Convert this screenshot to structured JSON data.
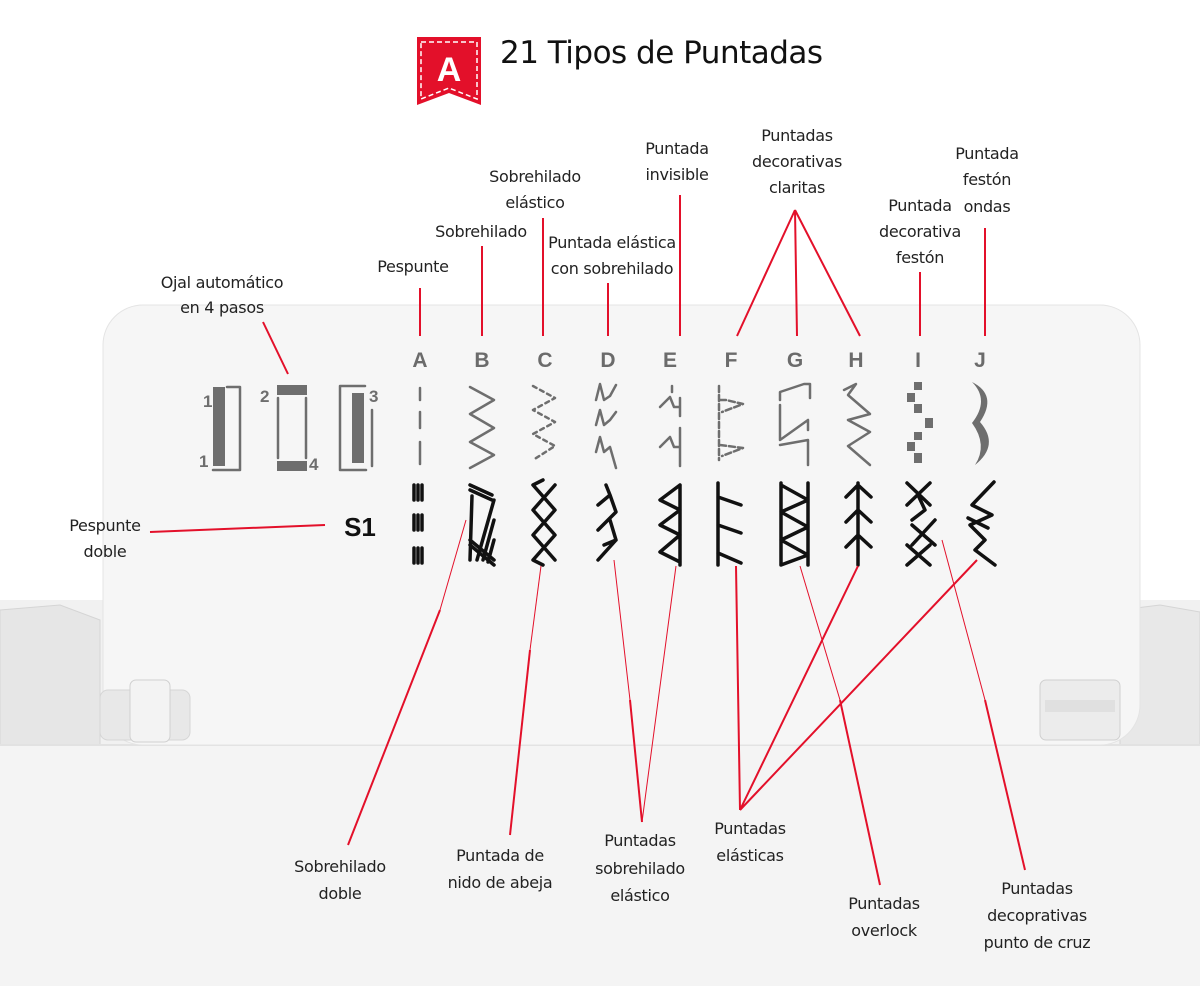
{
  "header": {
    "logo_letter": "A",
    "title": "21 Tipos de Puntadas",
    "brand_color": "#e3102a"
  },
  "panel": {
    "columns": [
      "A",
      "B",
      "C",
      "D",
      "E",
      "F",
      "G",
      "H",
      "I",
      "J"
    ],
    "row_label": "S1",
    "buttonhole_numbers": [
      "1",
      "1",
      "2",
      "4",
      "3"
    ]
  },
  "labels": {
    "ojal": [
      "Ojal automático",
      "en 4 pasos"
    ],
    "pespunte": [
      "Pespunte"
    ],
    "sobrehilado": [
      "Sobrehilado"
    ],
    "sobrehilado_elastico": [
      "Sobrehilado",
      "elástico"
    ],
    "puntada_elastica_sobrehilado": [
      "Puntada elástica",
      "con sobrehilado"
    ],
    "puntada_invisible": [
      "Puntada",
      "invisible"
    ],
    "decorativas_claritas": [
      "Puntadas",
      "decorativas",
      "claritas"
    ],
    "decorativa_feston": [
      "Puntada",
      "decorativa",
      "festón"
    ],
    "feston_ondas": [
      "Puntada",
      "festón",
      "ondas"
    ],
    "pespunte_doble": [
      "Pespunte",
      "doble"
    ],
    "sobrehilado_doble": [
      "Sobrehilado",
      "doble"
    ],
    "nido_abeja": [
      "Puntada de",
      "nido de abeja"
    ],
    "sobrehilado_elastico_plural": [
      "Puntadas",
      "sobrehilado",
      "elástico"
    ],
    "elasticas": [
      "Puntadas",
      "elásticas"
    ],
    "overlock": [
      "Puntadas",
      "overlock"
    ],
    "punto_cruz": [
      "Puntadas",
      "decoprativas",
      "punto de cruz"
    ]
  }
}
